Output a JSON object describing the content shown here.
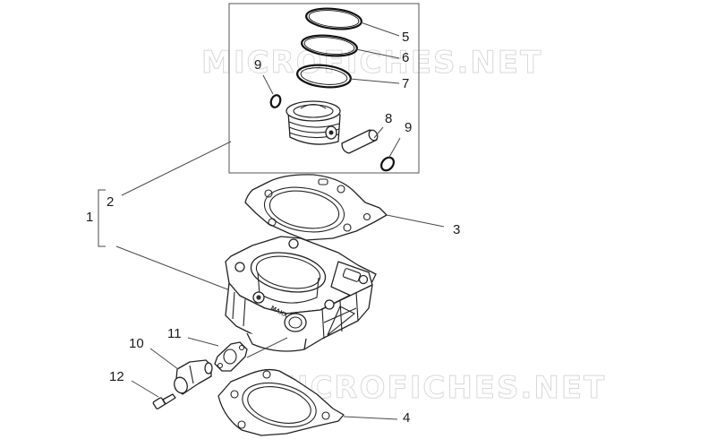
{
  "watermark": {
    "text_top": "MICROFICHES.NET",
    "text_bottom": "MICROFICHES.NET"
  },
  "callouts": {
    "c1": "1",
    "c2": "2",
    "c3": "3",
    "c4": "4",
    "c5": "5",
    "c6": "6",
    "c7": "7",
    "c8": "8",
    "c9a": "9",
    "c9b": "9",
    "c10": "10",
    "c11": "11",
    "c12": "12"
  },
  "logo": {
    "brand_text": "MAXX"
  },
  "colors": {
    "line": "#4a4a4a",
    "part_stroke": "#222222",
    "watermark_outline": "#d9d9d9",
    "background": "#ffffff"
  }
}
